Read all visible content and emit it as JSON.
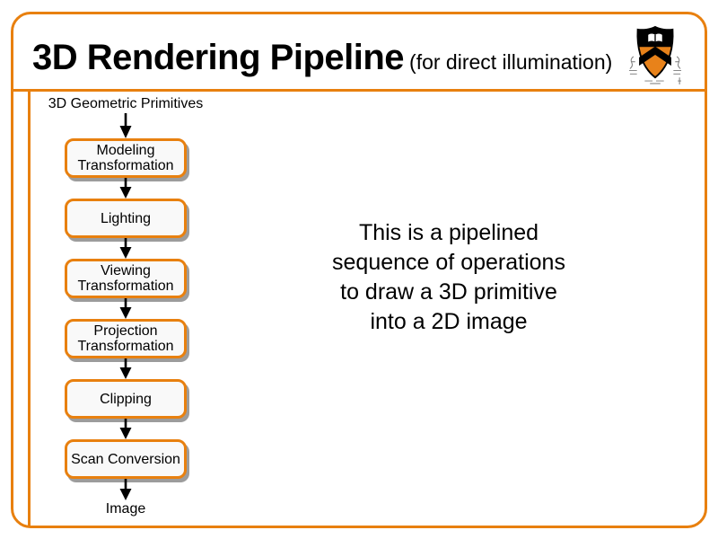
{
  "slide": {
    "title": "3D Rendering Pipeline",
    "subtitle": "(for direct illumination)"
  },
  "logo": {
    "icon": "princeton-shield",
    "shield_orange": "#E8821A",
    "shield_black": "#000000"
  },
  "pipeline": {
    "input_label": "3D Geometric Primitives",
    "stages": [
      {
        "label": "Modeling Transformation"
      },
      {
        "label": "Lighting"
      },
      {
        "label": "Viewing Transformation"
      },
      {
        "label": "Projection Transformation"
      },
      {
        "label": "Clipping"
      },
      {
        "label": "Scan Conversion"
      }
    ],
    "output_label": "Image"
  },
  "note": {
    "lines": [
      "This is a pipelined",
      "sequence of operations",
      "to draw a 3D primitive",
      "into a 2D image"
    ]
  },
  "colors": {
    "accent_orange": "#E8800F",
    "box_fill": "#F9F9F9",
    "box_shadow": "#9C9C9C",
    "text": "#000000",
    "background": "#FFFFFF"
  }
}
